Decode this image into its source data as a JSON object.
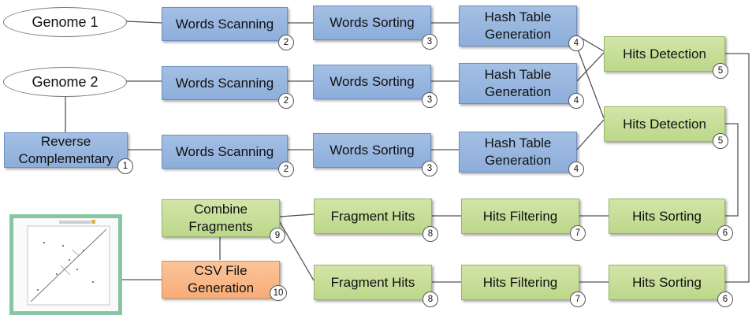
{
  "genomes": {
    "genome1": "Genome 1",
    "genome2": "Genome 2"
  },
  "steps": {
    "reverse": {
      "label": "Reverse Complementary",
      "num": "1"
    },
    "scan1": {
      "label": "Words Scanning",
      "num": "2"
    },
    "scan2": {
      "label": "Words Scanning",
      "num": "2"
    },
    "scan3": {
      "label": "Words Scanning",
      "num": "2"
    },
    "sort1": {
      "label": "Words Sorting",
      "num": "3"
    },
    "sort2": {
      "label": "Words Sorting",
      "num": "3"
    },
    "sort3": {
      "label": "Words Sorting",
      "num": "3"
    },
    "hash1": {
      "label": "Hash Table Generation",
      "num": "4"
    },
    "hash2": {
      "label": "Hash Table Generation",
      "num": "4"
    },
    "hash3": {
      "label": "Hash Table Generation",
      "num": "4"
    },
    "detect1": {
      "label": "Hits Detection",
      "num": "5"
    },
    "detect2": {
      "label": "Hits Detection",
      "num": "5"
    },
    "hsort1": {
      "label": "Hits Sorting",
      "num": "6"
    },
    "hsort2": {
      "label": "Hits Sorting",
      "num": "6"
    },
    "filter1": {
      "label": "Hits Filtering",
      "num": "7"
    },
    "filter2": {
      "label": "Hits Filtering",
      "num": "7"
    },
    "frag1": {
      "label": "Fragment Hits",
      "num": "8"
    },
    "frag2": {
      "label": "Fragment Hits",
      "num": "8"
    },
    "combine": {
      "label": "Combine Fragments",
      "num": "9"
    },
    "csv": {
      "label": "CSV File Generation",
      "num": "10"
    }
  },
  "colors": {
    "blue": "#8daedb",
    "green": "#bcd78a",
    "orange": "#f7ad78",
    "thumbnail_border": "#88c5a2",
    "connector": "#555555"
  },
  "icons": {
    "thumbnail": "dot-plot-thumbnail"
  }
}
